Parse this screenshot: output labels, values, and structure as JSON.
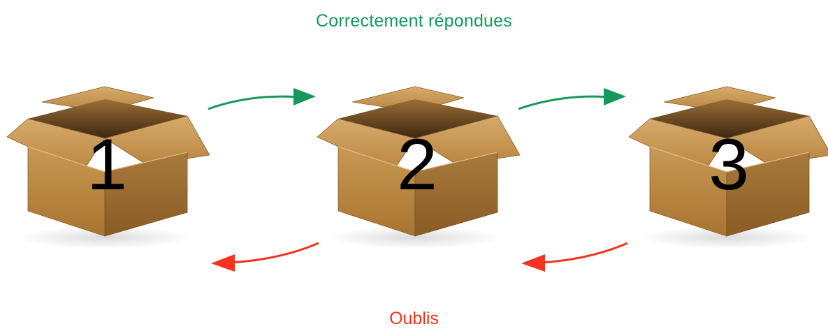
{
  "labels": {
    "top": "Correctement répondues",
    "bottom": "Oublis"
  },
  "boxes": [
    {
      "number": "1"
    },
    {
      "number": "2"
    },
    {
      "number": "3"
    }
  ],
  "colors": {
    "forward": "#15995a",
    "backward": "#f5331f",
    "cardboard": "#c08a42"
  },
  "icons": {
    "box": "open-cardboard-box-icon",
    "forward_arrow": "arrow-right-icon",
    "backward_arrow": "arrow-left-icon"
  }
}
